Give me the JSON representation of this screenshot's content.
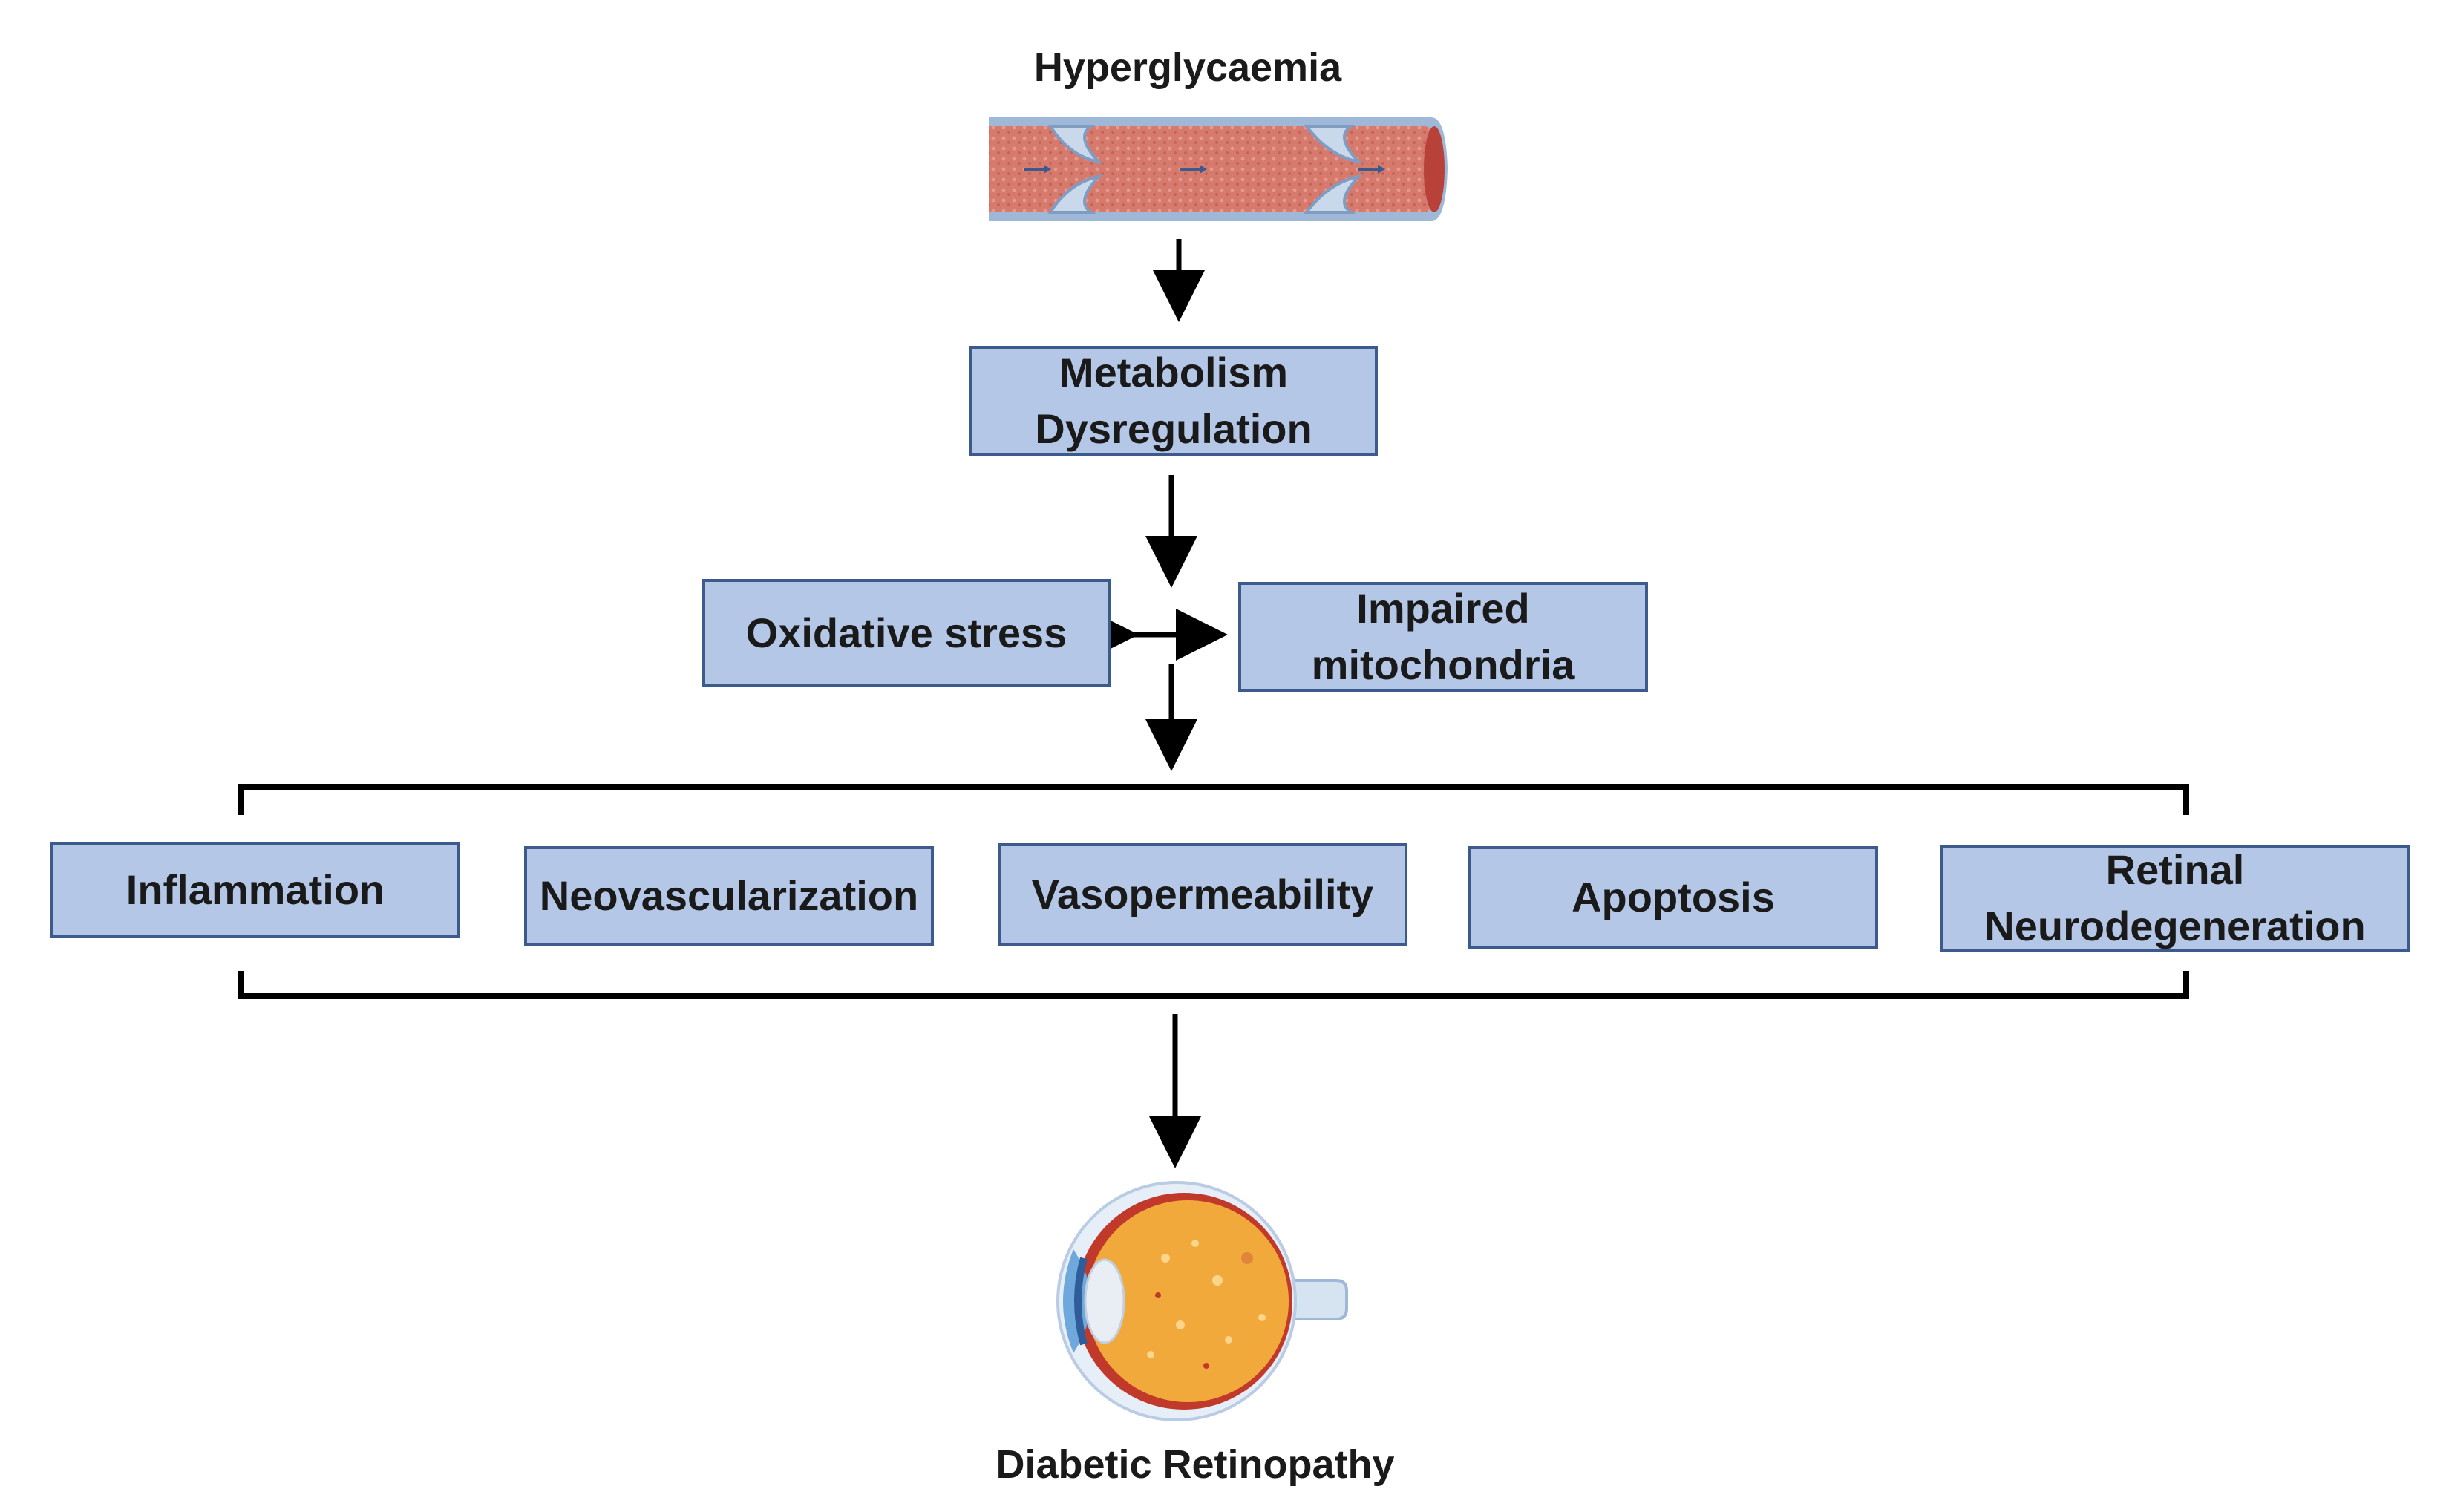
{
  "diagram": {
    "top_label": "Hyperglycaemia",
    "bottom_label": "Diabetic Retinopathy",
    "boxes": {
      "metabolism": "Metabolism\nDysregulation",
      "oxidative": "Oxidative stress",
      "mitochondria": "Impaired\nmitochondria"
    },
    "outcomes": [
      "Inflammation",
      "Neovascularization",
      "Vasopermeability",
      "Apoptosis",
      "Retinal\nNeurodegeneration"
    ],
    "illustrations": {
      "top": "blood-vessel-illustration",
      "bottom": "eye-cross-section-illustration"
    },
    "colors": {
      "box_fill": "#b4c7e7",
      "box_border": "#3c5a8c",
      "arrow": "#000000",
      "vessel_wall": "#9fb8d8",
      "blood": "#d77a6e",
      "eye_retina": "#f2a93b"
    }
  }
}
